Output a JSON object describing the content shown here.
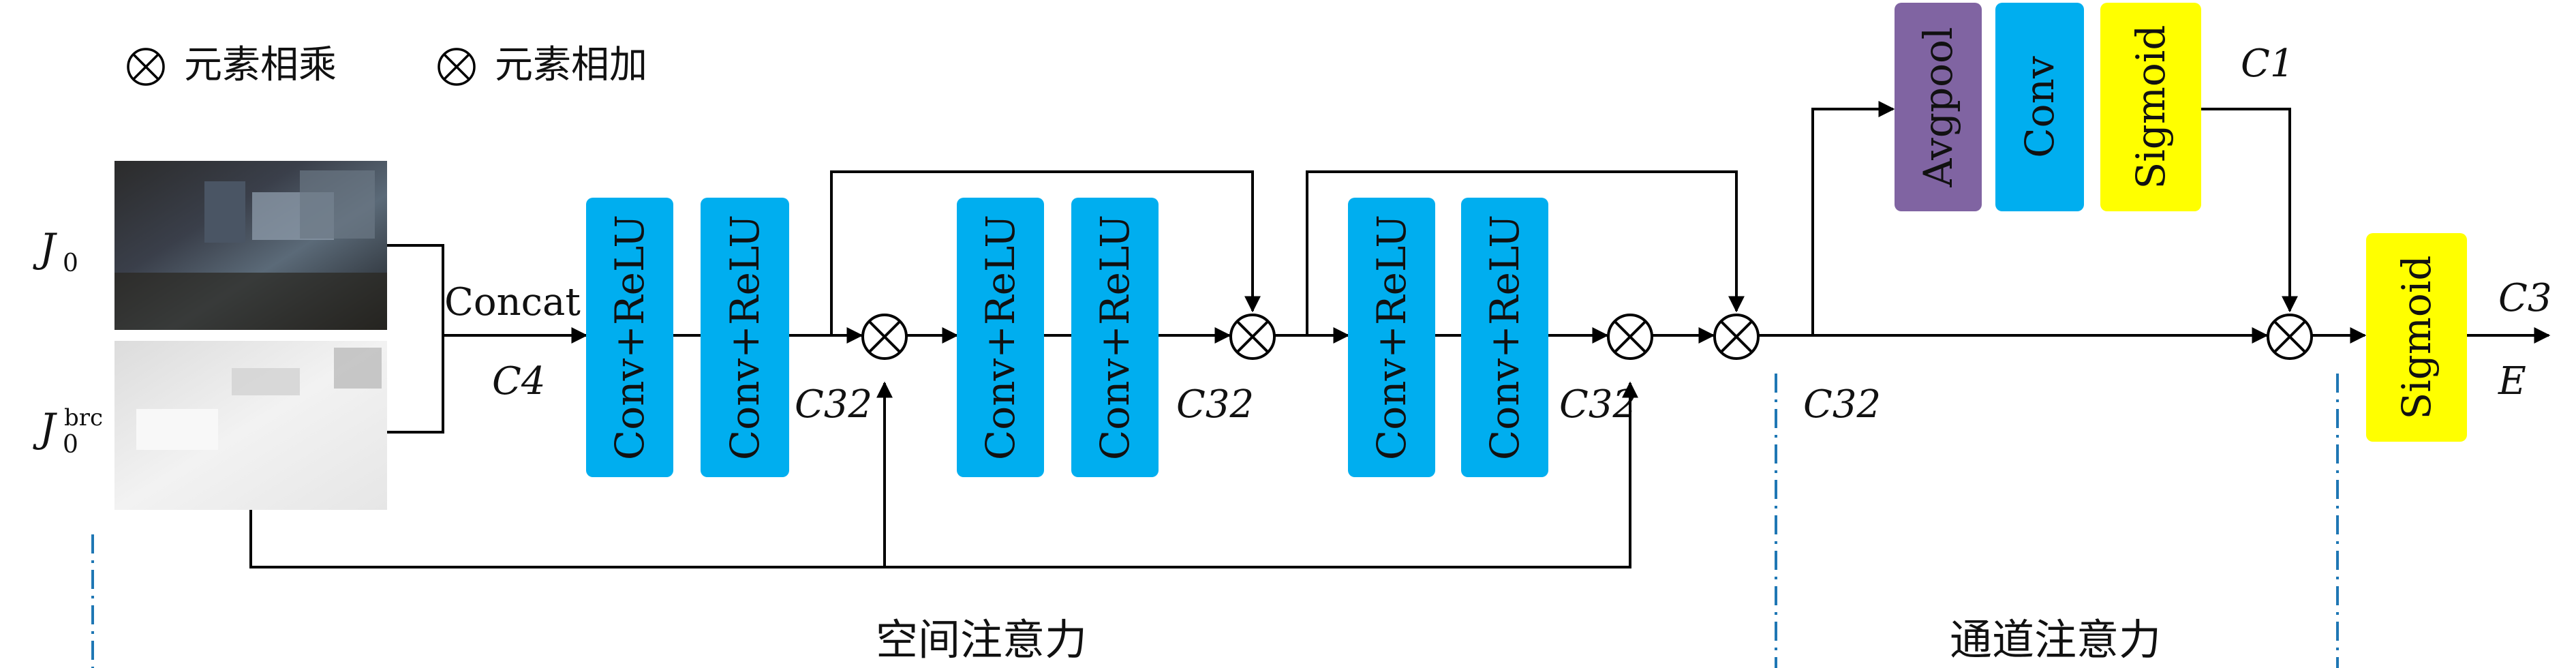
{
  "legend": {
    "multiply": {
      "symbol": "⊗",
      "label": "元素相乘"
    },
    "add": {
      "symbol": "⊗",
      "label": "元素相加"
    }
  },
  "inputs": {
    "j0": {
      "base": "J",
      "sub": "0"
    },
    "j0brc": {
      "base": "J",
      "sub": "0",
      "sup": "brc"
    }
  },
  "labels": {
    "concat": "Concat",
    "c4": "C4",
    "c32_a": "C32",
    "c32_b": "C32",
    "c32_c": "C32",
    "c32_d": "C32",
    "c1": "C1",
    "c3": "C3",
    "e": "E"
  },
  "blocks": {
    "conv_relu_1": "Conv+ReLU",
    "conv_relu_2": "Conv+ReLU",
    "conv_relu_3": "Conv+ReLU",
    "conv_relu_4": "Conv+ReLU",
    "conv_relu_5": "Conv+ReLU",
    "conv_relu_6": "Conv+ReLU",
    "avgpool": "Avgpool",
    "conv": "Conv",
    "sigmoid_1": "Sigmoid",
    "sigmoid_2": "Sigmoid"
  },
  "sections": {
    "spatial": "空间注意力",
    "channel": "通道注意力"
  },
  "colors": {
    "conv_blue": "#00aeef",
    "avgpool_purple": "#8064a2",
    "sigmoid_yellow": "#ffff00",
    "dash_blue": "#1f77b4"
  }
}
